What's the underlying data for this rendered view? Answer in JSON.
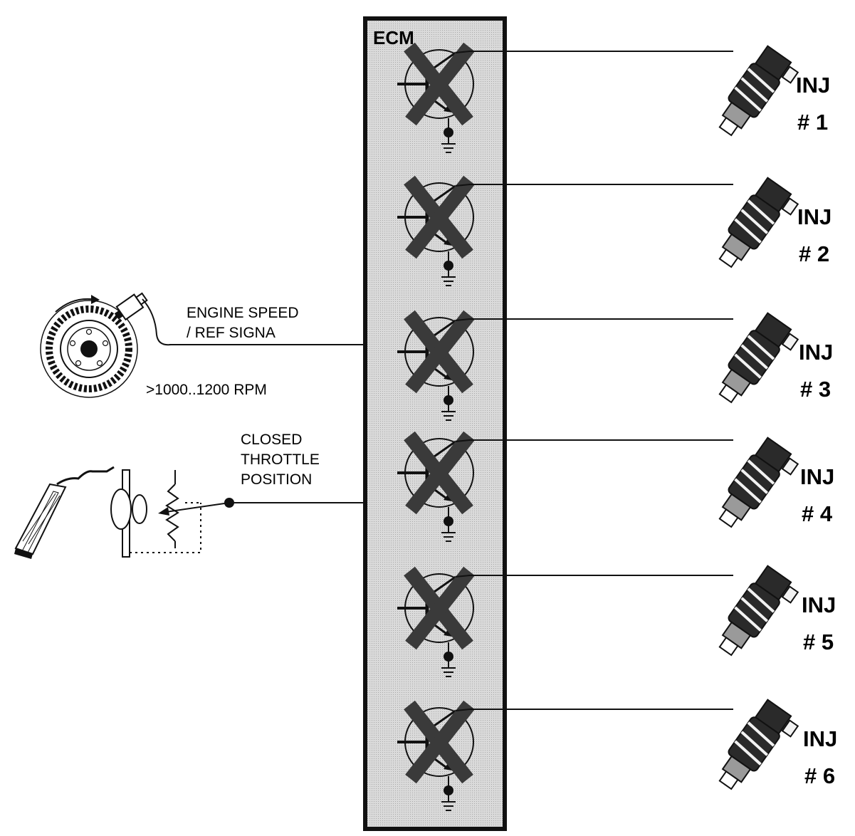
{
  "ecm": {
    "label": "ECM"
  },
  "injectors": [
    {
      "label": "INJ",
      "number": "# 1"
    },
    {
      "label": "INJ",
      "number": "# 2"
    },
    {
      "label": "INJ",
      "number": "# 3"
    },
    {
      "label": "INJ",
      "number": "# 4"
    },
    {
      "label": "INJ",
      "number": "# 5"
    },
    {
      "label": "INJ",
      "number": "# 6"
    }
  ],
  "engine_speed": {
    "line1": "ENGINE SPEED",
    "line2": "/ REF SIGNA",
    "rpm": ">1000..1200 RPM"
  },
  "throttle": {
    "line1": "CLOSED",
    "line2": "THROTTLE",
    "line3": "POSITION"
  },
  "colors": {
    "ink": "#111111",
    "ecm_fill": "#d6d6d6",
    "cross": "#3a3a3a",
    "injector_body": "#2a2a2a",
    "injector_band": "#f2f2f2",
    "injector_tip": "#9a9a9a"
  }
}
